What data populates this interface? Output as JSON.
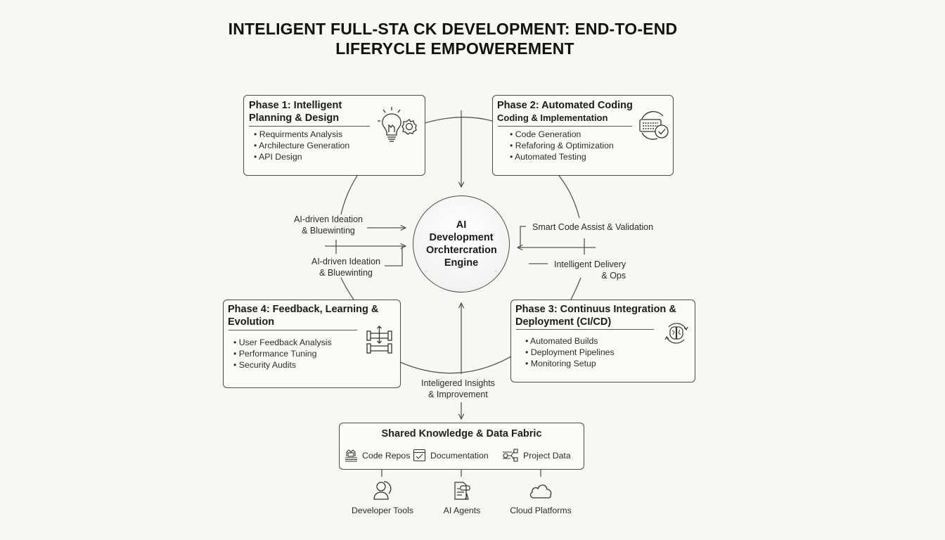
{
  "title": {
    "line1": "INTELIGENT FULL-STA CK DEVELOPMENT: END-TO-END",
    "line2": "LIFERYCLE EMPOWEREMENT"
  },
  "engine": {
    "label": "AI Development Orchtercration Engine"
  },
  "phases": [
    {
      "title_l1": "Phase 1: Intelligent",
      "title_l2": "Planning & Design",
      "icon": "lightbulb-gear-icon",
      "items": [
        "Requirments Analysis",
        "Archilecture Generation",
        "API Design"
      ]
    },
    {
      "title_l1": "Phase 2: Automated Coding",
      "title_l2": "Coding & Implementation",
      "icon": "keyboard-check-icon",
      "items": [
        "Code Generation",
        "Refaforing & Optimization",
        "Automated Testing"
      ]
    },
    {
      "title_l1": "Phase 3: Continuus Integration &",
      "title_l2": "Deployment (CI/CD)",
      "icon": "brain-cycle-icon",
      "items": [
        "Automated Builds",
        "Deployment Pipelines",
        "Monitoring Setup"
      ]
    },
    {
      "title_l1": "Phase 4: Feedback, Learning &",
      "title_l2": "Evolution",
      "icon": "pipeline-arrows-icon",
      "items": [
        "User Feedback Analysis",
        "Performance Tuning",
        "Security Audits"
      ]
    }
  ],
  "flows": {
    "left_top": [
      "AI-driven Ideation",
      "& Bluewinting"
    ],
    "left_bottom": [
      "AI-driven Ideation",
      "& Bluewinting"
    ],
    "right_top": "Smart Code Assist & Validation",
    "right_bottom": [
      "Intelligent Delivery",
      "& Ops"
    ],
    "bottom": [
      "Inteligered Insights",
      "& Improvement"
    ]
  },
  "fabric": {
    "title": "Shared Knowledge & Data Fabric",
    "items": [
      {
        "label": "Code Repos",
        "icon": "code-repo-icon"
      },
      {
        "label": "Documentation",
        "icon": "documentation-check-icon"
      },
      {
        "label": "Project Data",
        "icon": "network-nodes-icon"
      }
    ]
  },
  "consumers": [
    {
      "label": "Developer Tools",
      "icon": "user-icon"
    },
    {
      "label": "AI Agents",
      "icon": "document-agent-icon"
    },
    {
      "label": "Cloud Platforms",
      "icon": "cloud-icon"
    }
  ]
}
